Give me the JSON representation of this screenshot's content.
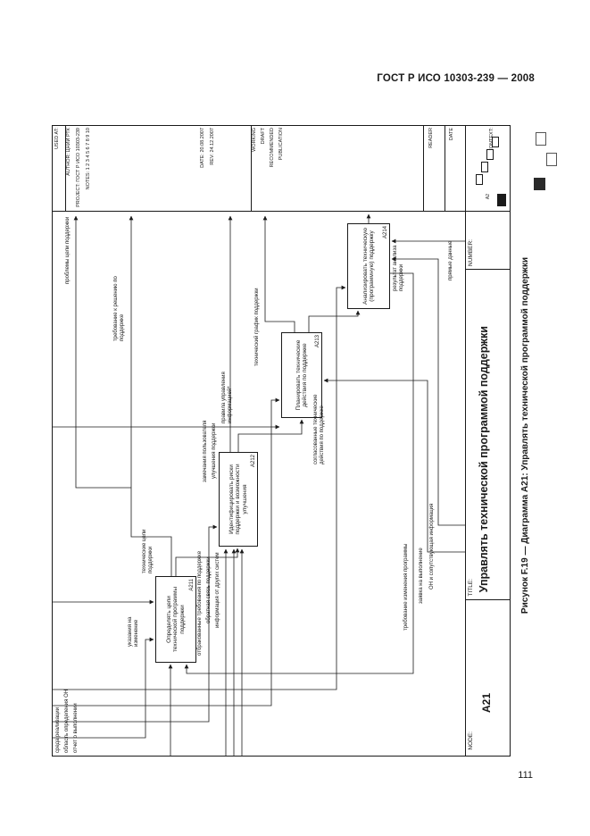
{
  "page": {
    "doc_header": "ГОСТ Р ИСО 10303-239 — 2008",
    "page_number": "111",
    "caption": "Рисунок F.19 — Диаграмма А21: Управлять технической программой поддержки"
  },
  "form": {
    "used_at": "USED AT:",
    "author": "AUTHOR: ЦНИИ РТК",
    "project": "PROJECT: ГОСТ Р ИСО 10303-239",
    "notes": "NOTES: 1 2 3 4 5 6 7 8 9 10",
    "date": "DATE: 20.08.2007",
    "rev": "REV: 24.12.2007",
    "working": "WORKING",
    "draft": "DRAFT",
    "recommended": "RECOMMENDED",
    "publication": "PUBLICATION",
    "reader": "READER",
    "date2": "DATE",
    "context_label": "CONTEXT:",
    "context_node": "A2",
    "number_label": "NUMBER:",
    "title_label": "TITLE:",
    "title": "Управлять технической программой поддержки",
    "node_label": "NODE:",
    "node": "A21"
  },
  "diagram": {
    "boxes": [
      {
        "id": "А211",
        "label": "Определять цели технической программы поддержки"
      },
      {
        "id": "А212",
        "label": "Идентифицировать риски поддержки и возможности улучшения"
      },
      {
        "id": "А213",
        "label": "Планировать технические действия по поддержке"
      },
      {
        "id": "А214",
        "label": "Анализировать техническую (программную) поддержку"
      }
    ],
    "labels": [
      {
        "text": "среда реализации"
      },
      {
        "text": "область определения ОН"
      },
      {
        "text": "отчет о выполнении"
      },
      {
        "text": "указания на изменение"
      },
      {
        "text": "технические цели поддержки"
      },
      {
        "text": "отбракованные требования по поддержке"
      },
      {
        "text": "обратная связь поддержки"
      },
      {
        "text": "информация от других систем"
      },
      {
        "text": "замечания пользователя"
      },
      {
        "text": "улучшения поддержки"
      },
      {
        "text": "правила управления информацией*"
      },
      {
        "text": "технический график поддержки"
      },
      {
        "text": "требование к решению по поддержке"
      },
      {
        "text": "проблемы цели поддержки"
      },
      {
        "text": "согласованные технические действия по поддержке"
      },
      {
        "text": "заявка на выполнение"
      },
      {
        "text": "требование изменения программы"
      },
      {
        "text": "ОН и сопутствующая информация"
      },
      {
        "text": "прямые данные"
      },
      {
        "text": "результат анализа поддержки"
      }
    ]
  }
}
